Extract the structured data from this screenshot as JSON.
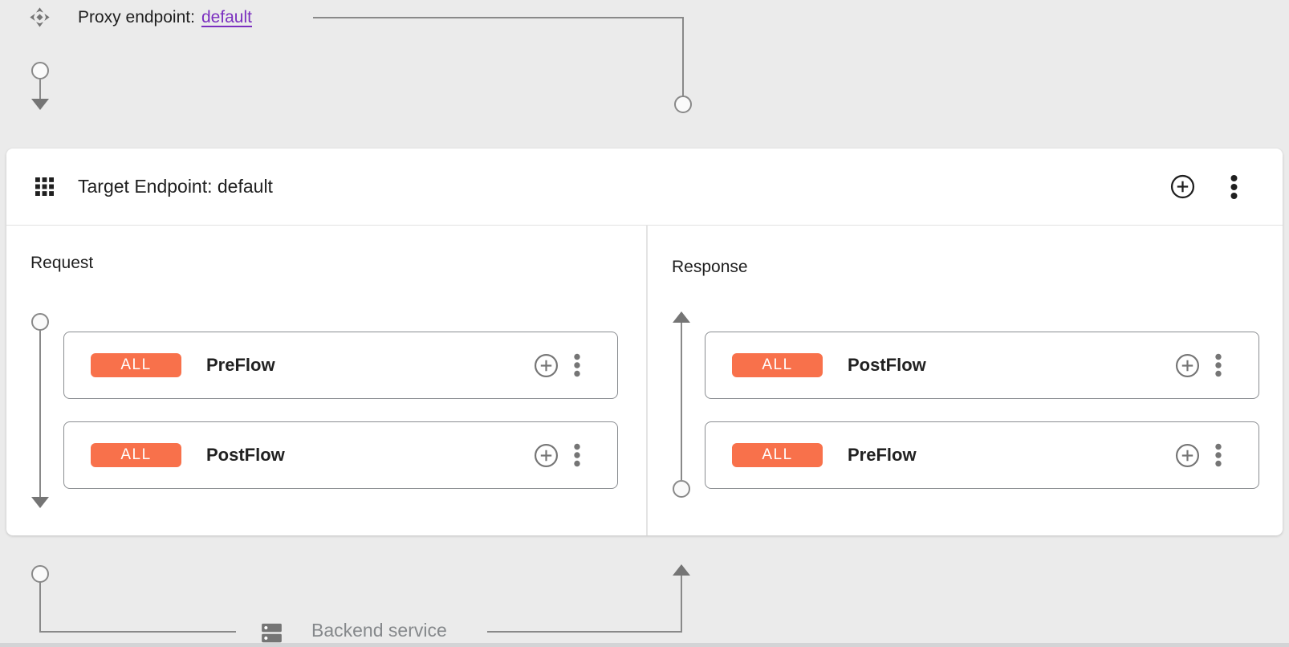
{
  "proxy": {
    "label": "Proxy endpoint:",
    "link": "default"
  },
  "target": {
    "title": "Target Endpoint: default",
    "request": {
      "label": "Request",
      "flows": [
        {
          "condition": "ALL",
          "name": "PreFlow"
        },
        {
          "condition": "ALL",
          "name": "PostFlow"
        }
      ]
    },
    "response": {
      "label": "Response",
      "flows": [
        {
          "condition": "ALL",
          "name": "PostFlow"
        },
        {
          "condition": "ALL",
          "name": "PreFlow"
        }
      ]
    }
  },
  "backend": {
    "label": "Backend service"
  },
  "icons": {
    "proxy": "proxy-endpoint-icon",
    "target": "apps-grid-icon",
    "add": "add-circle-icon",
    "menu": "kebab-menu-icon",
    "backend": "dns-server-icon"
  },
  "colors": {
    "badge-orange": "#F8714B",
    "link-purple": "#7B2FBF",
    "line-gray": "#898989",
    "icon-gray": "#757575",
    "text-dark": "#1F1F1F"
  }
}
